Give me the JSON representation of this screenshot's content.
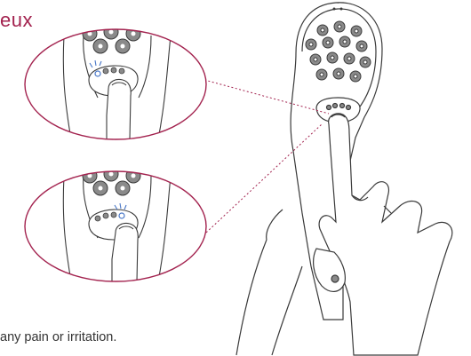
{
  "text": {
    "heading_fragment": "eux",
    "footer_fragment": "any pain or irritation."
  },
  "colors": {
    "accent": "#a3234f",
    "line": "#3a3a3a",
    "dot_fill": "#8a8a8a",
    "indicator": "#4a78c8"
  },
  "illustration": {
    "device": "handheld light therapy device",
    "callouts": [
      {
        "label": "",
        "indicator_light": "left"
      },
      {
        "label": "",
        "indicator_light": "right"
      }
    ]
  }
}
